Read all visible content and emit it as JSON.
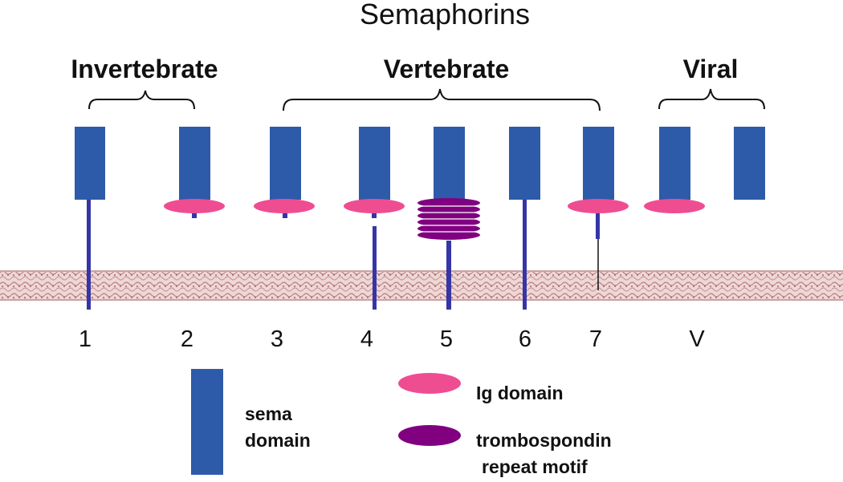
{
  "title": "Semaphorins",
  "groups": [
    "Invertebrate",
    "Vertebrate",
    "Viral"
  ],
  "members": [
    "1",
    "2",
    "3",
    "4",
    "5",
    "6",
    "7",
    "V"
  ],
  "legend": {
    "sema": [
      "sema",
      "domain"
    ],
    "ig": [
      "Ig domain"
    ],
    "tsr": [
      "trombospondin",
      "repeat motif"
    ]
  },
  "colors": {
    "sema_domain": "#2e5aaa",
    "ig_domain": "#ef4d92",
    "tsr_motif": "#800080",
    "stalk": "#3535a6",
    "membrane": "#e7c8c8",
    "membrane_pattern": "#b98080"
  }
}
